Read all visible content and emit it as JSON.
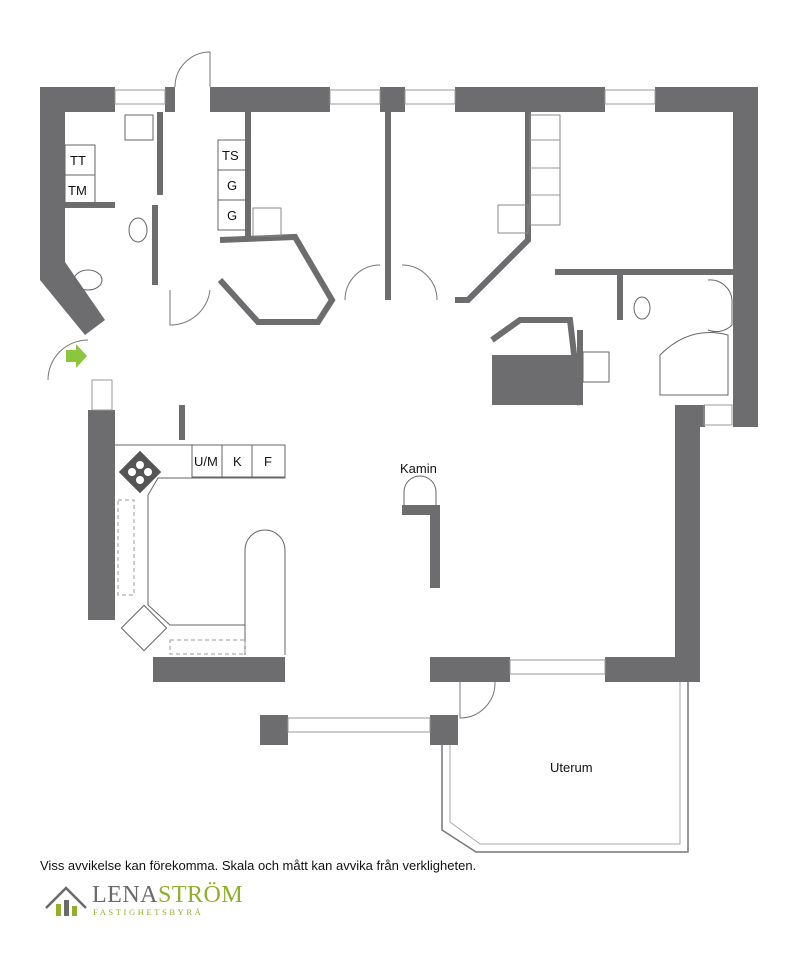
{
  "rooms": {
    "uterum": "Uterum",
    "kamin": "Kamin"
  },
  "appliances": {
    "tt": "TT",
    "tm": "TM",
    "ts": "TS",
    "g1": "G",
    "g2": "G",
    "um": "U/M",
    "k": "K",
    "f": "F"
  },
  "disclaimer": "Viss avvikelse kan förekomma. Skala och mått kan avvika från verkligheten.",
  "brand": {
    "name_part1": "LENA",
    "name_part2": "STRÖM",
    "tagline": "FASTIGHETSBYRÅ"
  },
  "colors": {
    "wall": "#6d6d6f",
    "entrance_arrow": "#8cc63f",
    "brand_green": "#8fb02a",
    "brand_gray": "#6a6a6a"
  }
}
